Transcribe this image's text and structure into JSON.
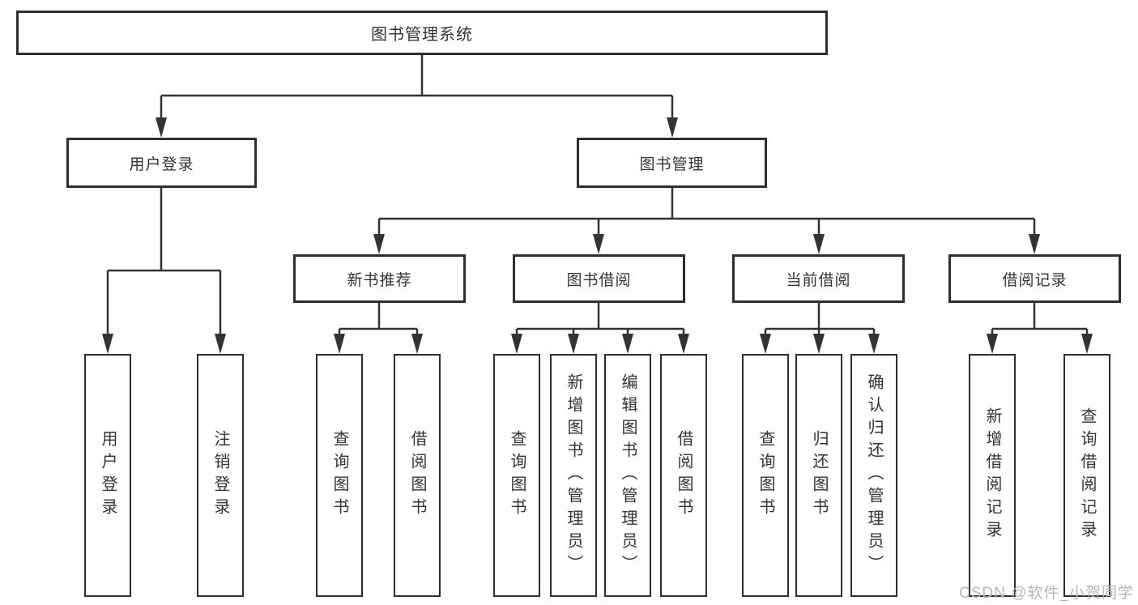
{
  "diagram": {
    "title": "图书管理系统",
    "root": "图书管理系统",
    "level2": {
      "user_login": "用户登录",
      "book_management": "图书管理"
    },
    "level3": {
      "new_book_recommend": "新书推荐",
      "book_borrow": "图书借阅",
      "current_borrow": "当前借阅",
      "borrow_record": "借阅记录"
    },
    "leaves": {
      "user_login": "用户登录",
      "logout": "注销登录",
      "rec_query_book": "查询图书",
      "rec_borrow_book": "借阅图书",
      "bb_query_book": "查询图书",
      "bb_add_book": "新增图书（管理员）",
      "bb_edit_book": "编辑图书（管理员）",
      "bb_borrow_book": "借阅图书",
      "cb_query_book": "查询图书",
      "cb_return_book": "归还图书",
      "cb_confirm_return": "确认归还（管理员）",
      "br_add_record": "新增借阅记录",
      "br_query_record": "查询借阅记录"
    }
  },
  "colors": {
    "line": "#333333",
    "box_border": "#2e2e2e",
    "text": "#333333",
    "background": "#ffffff",
    "watermark": "#b5b5b5"
  },
  "watermark": "CSDN @软件_小贺同学"
}
